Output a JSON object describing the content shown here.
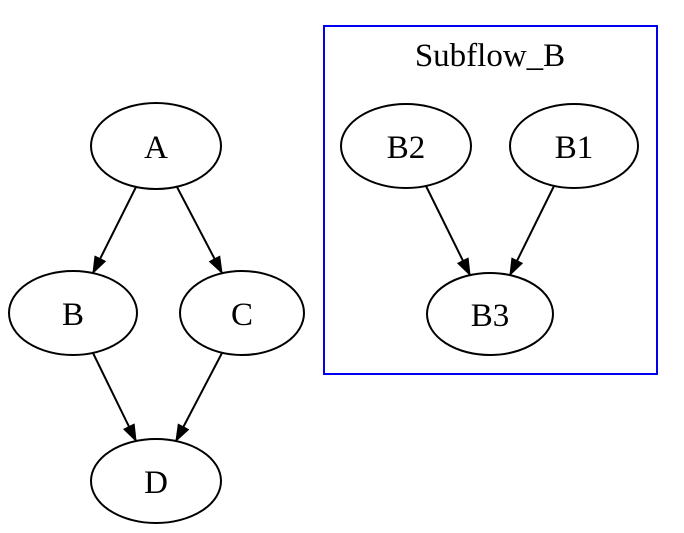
{
  "diagram": {
    "type": "directed-graph",
    "background_color": "#ffffff",
    "node_fill": "#ffffff",
    "node_stroke": "#000000",
    "edge_color": "#000000",
    "cluster": {
      "label": "Subflow_B",
      "border_color": "#0000ee",
      "nodes": [
        "B2",
        "B1",
        "B3"
      ]
    },
    "nodes": {
      "A": {
        "label": "A"
      },
      "B": {
        "label": "B"
      },
      "C": {
        "label": "C"
      },
      "D": {
        "label": "D"
      },
      "B2": {
        "label": "B2"
      },
      "B1": {
        "label": "B1"
      },
      "B3": {
        "label": "B3"
      }
    },
    "edges": [
      {
        "from": "A",
        "to": "B"
      },
      {
        "from": "A",
        "to": "C"
      },
      {
        "from": "B",
        "to": "D"
      },
      {
        "from": "C",
        "to": "D"
      },
      {
        "from": "B2",
        "to": "B3"
      },
      {
        "from": "B1",
        "to": "B3"
      }
    ]
  }
}
